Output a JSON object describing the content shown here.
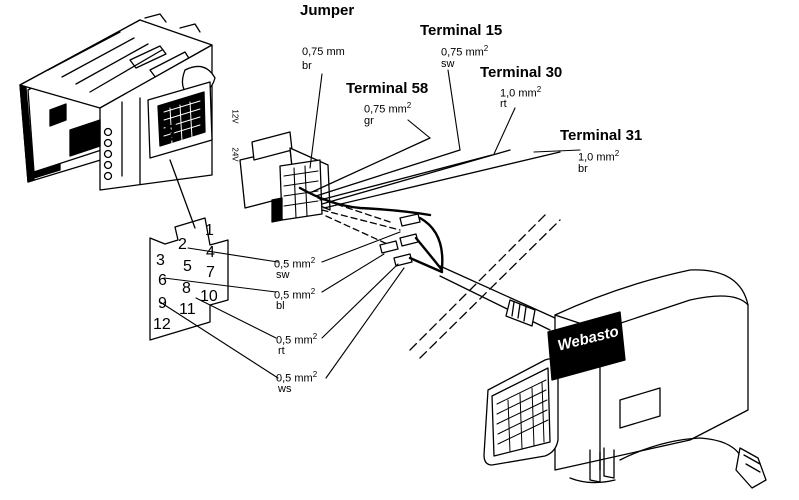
{
  "wires": {
    "jumper": {
      "title": "Jumper",
      "size": "0,75 mm",
      "color": "br"
    },
    "t15": {
      "title": "Terminal 15",
      "size": "0,75 mm",
      "sup": "2",
      "color": "sw"
    },
    "t58": {
      "title": "Terminal 58",
      "size": "0,75 mm",
      "sup": "2",
      "color": "gr"
    },
    "t30": {
      "title": "Terminal 30",
      "size": "1,0 mm",
      "sup": "2",
      "color": "rt"
    },
    "t31": {
      "title": "Terminal 31",
      "size": "1,0 mm",
      "sup": "2",
      "color": "br"
    }
  },
  "small_wires": [
    {
      "size": "0,5 mm",
      "sup": "2",
      "color": "sw"
    },
    {
      "size": "0,5 mm",
      "sup": "2",
      "color": "bl"
    },
    {
      "size": "0,5 mm",
      "sup": "2",
      "color": "rt"
    },
    {
      "size": "0,5 mm",
      "sup": "2",
      "color": "ws"
    }
  ],
  "pins": [
    "1",
    "2",
    "3",
    "4",
    "5",
    "6",
    "7",
    "8",
    "9",
    "10",
    "11",
    "12"
  ],
  "timer": {
    "symbol": "Σ",
    "v12": "12V",
    "v24": "24V"
  },
  "heater": {
    "brand": "Webasto"
  }
}
